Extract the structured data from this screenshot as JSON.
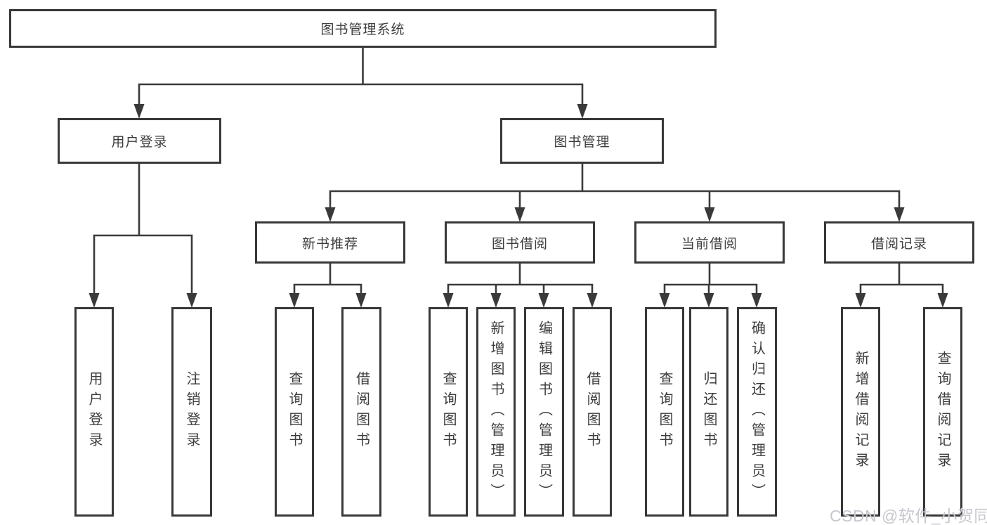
{
  "diagram": {
    "root": {
      "label": "图书管理系统"
    },
    "level2": [
      {
        "label": "用户登录"
      },
      {
        "label": "图书管理"
      }
    ],
    "level3": [
      {
        "label": "新书推荐"
      },
      {
        "label": "图书借阅"
      },
      {
        "label": "当前借阅"
      },
      {
        "label": "借阅记录"
      }
    ],
    "leaves": {
      "user_login": [
        "用户登录",
        "注销登录"
      ],
      "new_books": [
        "查询图书",
        "借阅图书"
      ],
      "book_borrow": [
        "查询图书",
        "新增图书（管理员）",
        "编辑图书（管理员）",
        "借阅图书"
      ],
      "current_borrow": [
        "查询图书",
        "归还图书",
        "确认归还（管理员）"
      ],
      "borrow_records": [
        "新增借阅记录",
        "查询借阅记录"
      ]
    }
  },
  "watermark": "CSDN @软件_小贺同学",
  "colors": {
    "line": "#3a3a3a",
    "border": "#383838",
    "text": "#3d3d3d",
    "watermark": "#c7c7cf",
    "background": "#ffffff"
  }
}
